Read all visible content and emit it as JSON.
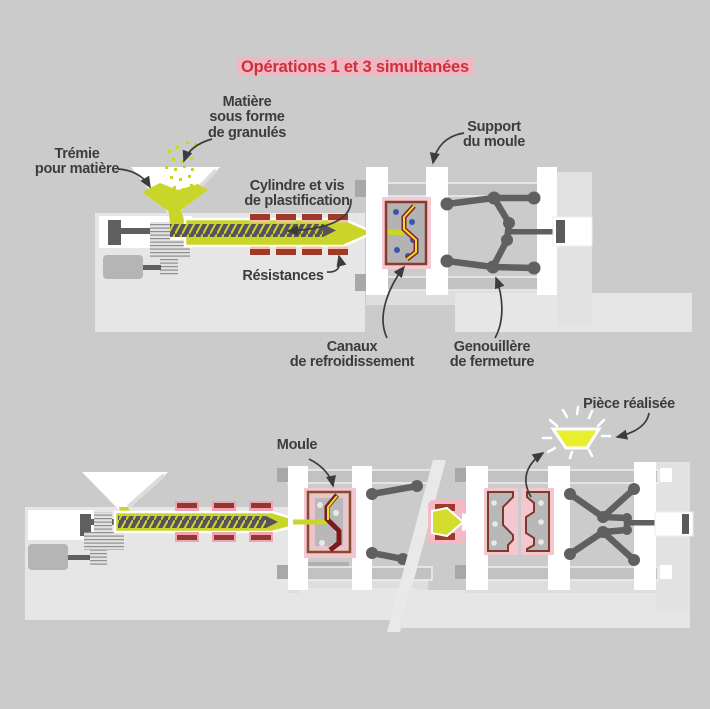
{
  "title": {
    "text": "Opérations 1 et 3 simultanées"
  },
  "labels": {
    "matiere": {
      "line1": "Matière",
      "line2": "sous forme",
      "line3": "de granulés"
    },
    "tremie": {
      "line1": "Trémie",
      "line2": "pour matière"
    },
    "cylindre": {
      "line1": "Cylindre et vis",
      "line2": "de plastification"
    },
    "support": {
      "line1": "Support",
      "line2": "du moule"
    },
    "resistances": {
      "line1": "Résistances"
    },
    "canaux": {
      "line1": "Canaux",
      "line2": "de refroidissement"
    },
    "genouillere": {
      "line1": "Genouillère",
      "line2": "de fermeture"
    },
    "moule": {
      "line1": "Moule"
    },
    "piece": {
      "line1": "Pièce réalisée"
    }
  },
  "colors": {
    "background": "#cbcbcb",
    "machine_light": "#e6e6e6",
    "melt_yellow": "#c9d629",
    "part_yellow": "#e9ef2f",
    "heater_red": "#9e392b",
    "heater_glow_peach": "#f3c59e",
    "heater_glow_pink": "#f2a2b4",
    "mold_glow_pink": "#f4cad4",
    "mold_border": "#8a3b2c",
    "cooling_blue": "#3b55ae",
    "metal_dark": "#5f5f5f",
    "title_red": "#c9333c",
    "title_highlight": "#f1b6c2",
    "label_text": "#3c3c3c"
  }
}
